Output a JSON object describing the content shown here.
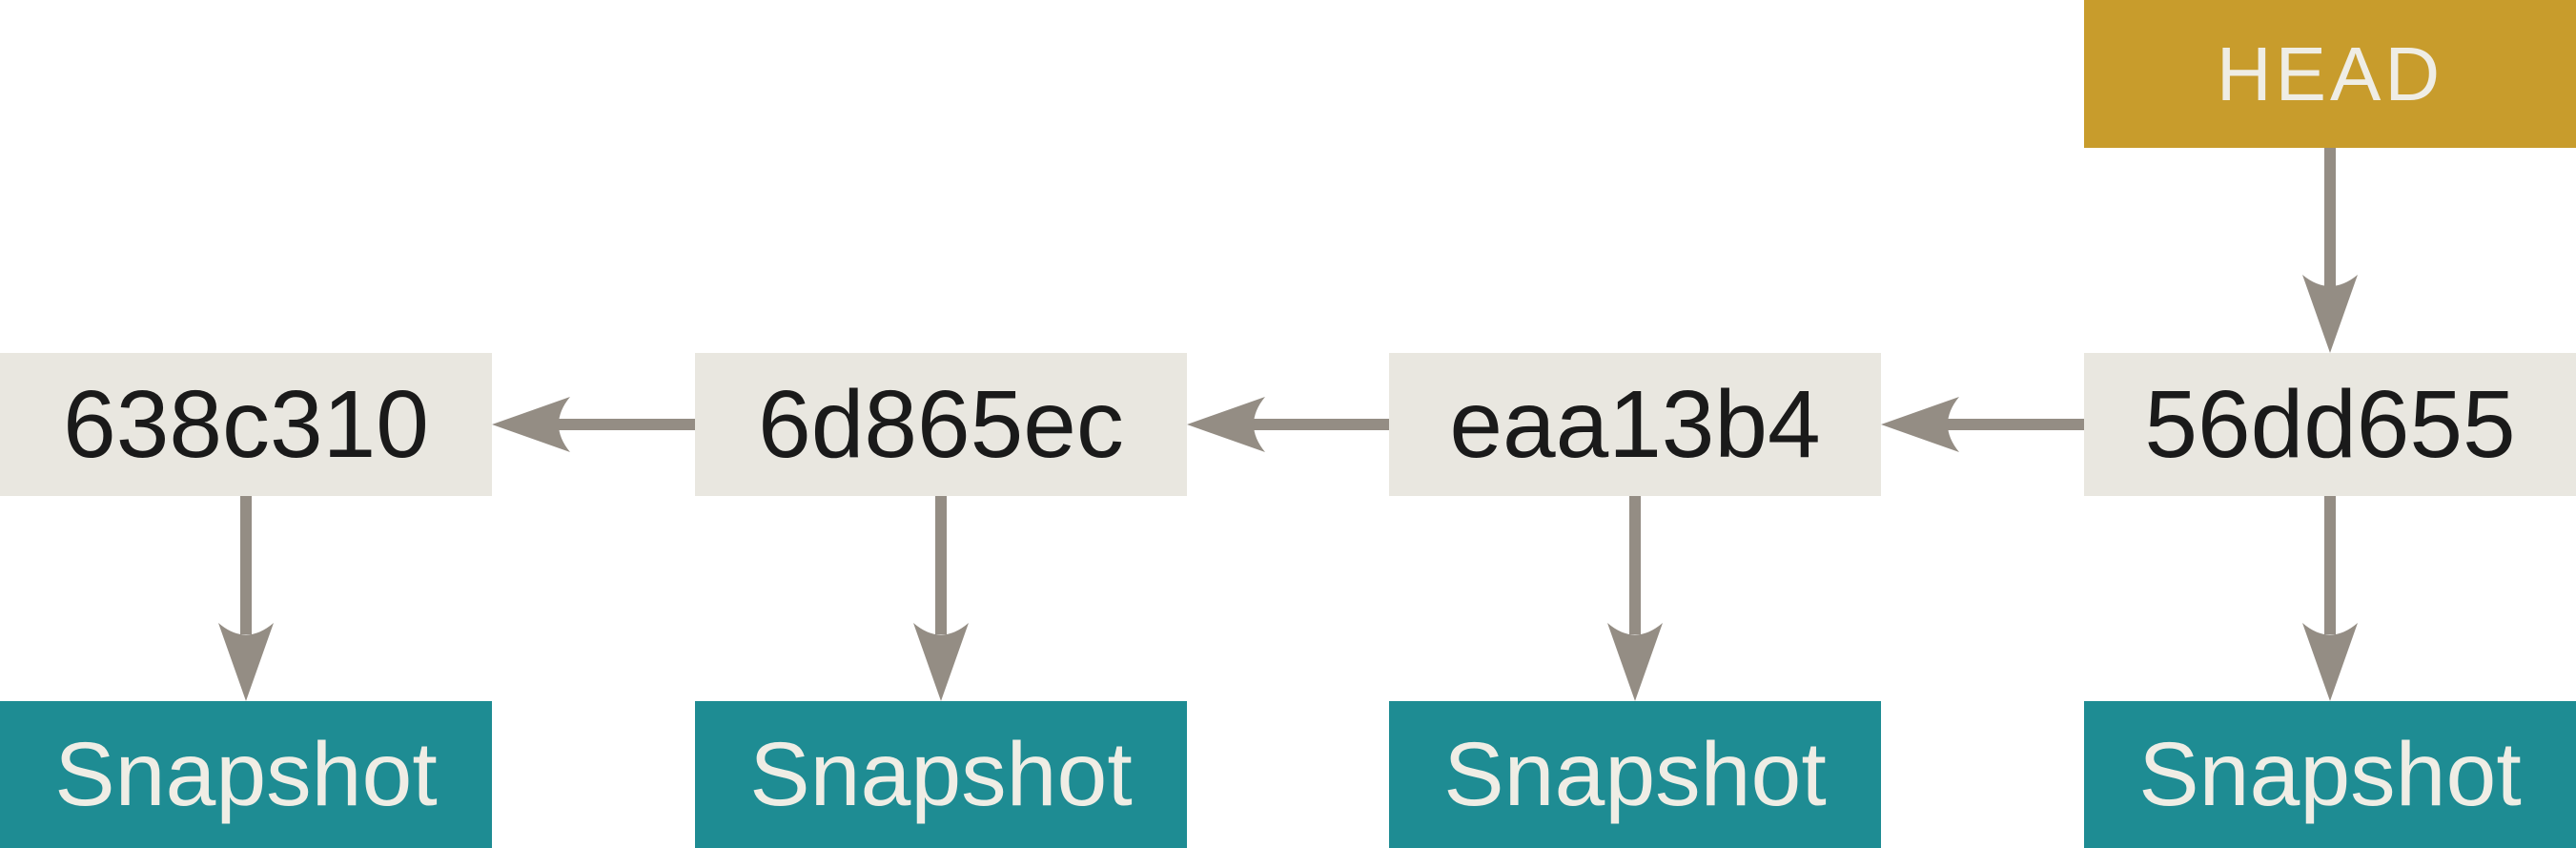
{
  "colors": {
    "background": "#FFFFFF",
    "head_box": "#C89C2C",
    "commit_box": "#E9E7E0",
    "snapshot_box": "#1E8C93",
    "arrow": "#948D84",
    "light_text": "#EFEDE5",
    "dark_text": "#1A1A1A"
  },
  "diagram": {
    "head": {
      "label": "HEAD"
    },
    "commits": [
      {
        "hash": "638c310",
        "snapshot_label": "Snapshot"
      },
      {
        "hash": "6d865ec",
        "snapshot_label": "Snapshot"
      },
      {
        "hash": "eaa13b4",
        "snapshot_label": "Snapshot"
      },
      {
        "hash": "56dd655",
        "snapshot_label": "Snapshot"
      }
    ],
    "edges": [
      {
        "from": "HEAD",
        "to": "56dd655",
        "direction": "down"
      },
      {
        "from": "56dd655",
        "to": "eaa13b4",
        "direction": "left"
      },
      {
        "from": "eaa13b4",
        "to": "6d865ec",
        "direction": "left"
      },
      {
        "from": "6d865ec",
        "to": "638c310",
        "direction": "left"
      },
      {
        "from": "638c310",
        "to": "Snapshot",
        "direction": "down"
      },
      {
        "from": "6d865ec",
        "to": "Snapshot",
        "direction": "down"
      },
      {
        "from": "eaa13b4",
        "to": "Snapshot",
        "direction": "down"
      },
      {
        "from": "56dd655",
        "to": "Snapshot",
        "direction": "down"
      }
    ]
  }
}
